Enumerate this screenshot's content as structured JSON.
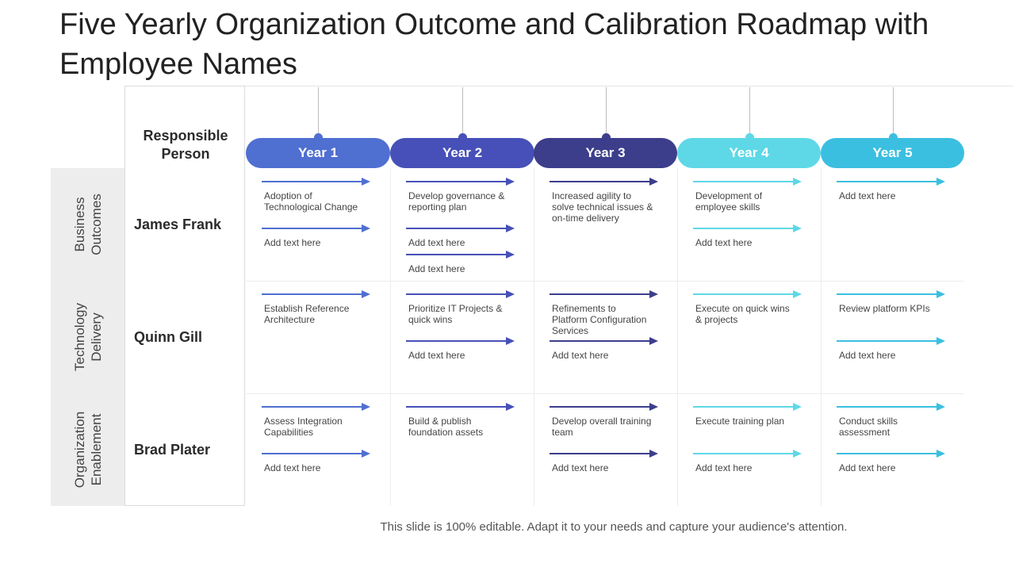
{
  "title": "Five Yearly Organization Outcome and Calibration Roadmap with Employee Names",
  "responsible_header": "Responsible Person",
  "colors": {
    "year1": "#4f6fd1",
    "year2": "#4650b8",
    "year3": "#3c3e8c",
    "year4": "#5ed8e6",
    "year5": "#3bbfe0"
  },
  "years": [
    {
      "label": "Year 1",
      "color": "#4f6fd1"
    },
    {
      "label": "Year 2",
      "color": "#4650b8"
    },
    {
      "label": "Year 3",
      "color": "#3c3e8c"
    },
    {
      "label": "Year 4",
      "color": "#5ed8e6"
    },
    {
      "label": "Year 5",
      "color": "#3bbfe0"
    }
  ],
  "rows": [
    {
      "category": "Business Outcomes",
      "person": "James Frank",
      "cells": [
        [
          "Adoption of Technological Change",
          "Add text here"
        ],
        [
          "Develop governance & reporting plan",
          "Add text here",
          "Add text here"
        ],
        [
          "Increased agility to solve technical issues & on-time delivery"
        ],
        [
          "Development of employee skills",
          "Add text here"
        ],
        [
          "Add text here"
        ]
      ]
    },
    {
      "category": "Technology Delivery",
      "person": "Quinn Gill",
      "cells": [
        [
          "Establish Reference Architecture"
        ],
        [
          "Prioritize IT Projects & quick wins",
          "Add text here"
        ],
        [
          "Refinements to Platform Configuration Services",
          "Add text here"
        ],
        [
          "Execute on quick wins & projects"
        ],
        [
          "Review platform KPIs",
          "Add text here"
        ]
      ]
    },
    {
      "category": "Organization Enablement",
      "person": "Brad Plater",
      "cells": [
        [
          "Assess Integration Capabilities",
          "Add text here"
        ],
        [
          "Build & publish foundation assets"
        ],
        [
          "Develop overall training team",
          "Add text here"
        ],
        [
          "Execute training plan",
          "Add text here"
        ],
        [
          "Conduct skills assessment",
          "Add text here"
        ]
      ]
    }
  ],
  "footer": "This slide is 100% editable. Adapt it to your needs and capture your audience's attention."
}
